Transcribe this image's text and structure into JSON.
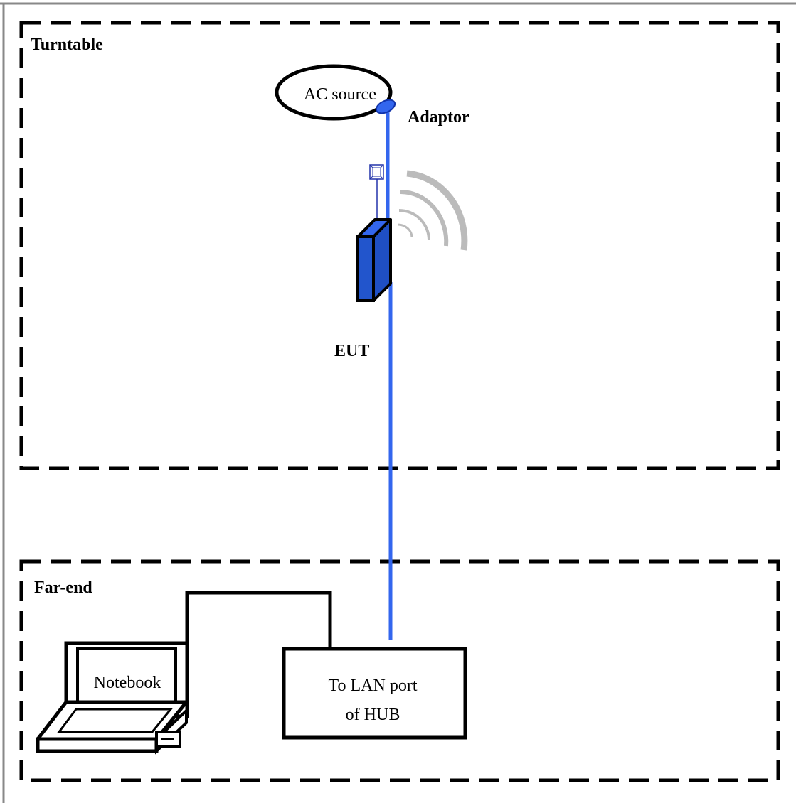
{
  "regions": {
    "turntable_label": "Turntable",
    "far_end_label": "Far-end"
  },
  "devices": {
    "ac_source_label": "AC source",
    "adaptor_label": "Adaptor",
    "eut_label": "EUT",
    "notebook_label": "Notebook",
    "hub_label_line1": "To LAN port",
    "hub_label_line2": "of HUB"
  },
  "colors": {
    "cable": "#3366ee",
    "eut_body": "#2255cc",
    "wireless_arcs": "#bbbbbb",
    "region_border": "#000000"
  }
}
